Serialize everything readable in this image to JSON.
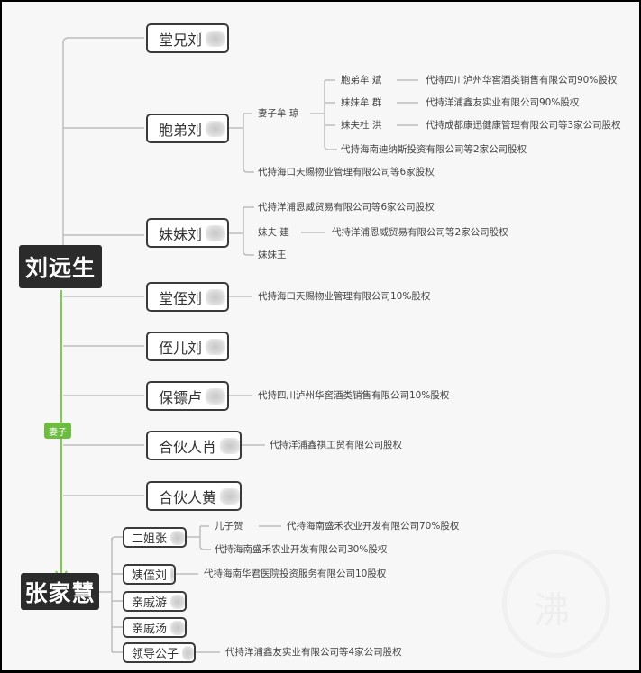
{
  "root_a": {
    "name": "刘远生"
  },
  "root_b": {
    "name": "张家慧"
  },
  "edge_label": "妻子",
  "branches_a": [
    {
      "label": "堂兄刘",
      "holdings": []
    },
    {
      "label": "胞弟刘",
      "holdings": [
        "代持海口天赐物业管理有限公司等6家股权"
      ],
      "spouse": {
        "label": "妻子牟 琼",
        "children": [
          {
            "label": "胞弟牟 斌",
            "holding": "代持四川泸州华窖酒类销售有限公司90%股权"
          },
          {
            "label": "妹妹牟 群",
            "holding": "代持洋浦鑫友实业有限公司90%股权"
          },
          {
            "label": "妹夫杜 洪",
            "holding": "代持成都康迅健康管理有限公司等3家公司股权"
          },
          {
            "label": "代持海南迪纳斯投资有限公司等2家公司股权",
            "holding": ""
          }
        ]
      }
    },
    {
      "label": "妹妹刘",
      "children": [
        {
          "label": "代持洋浦恩威贸易有限公司等6家公司股权",
          "holding": ""
        },
        {
          "label": "妹夫 建",
          "holding": "代持洋浦恩威贸易有限公司等2家公司股权"
        },
        {
          "label": "妹妹王",
          "holding": ""
        }
      ]
    },
    {
      "label": "堂侄刘",
      "holding": "代持海口天赐物业管理有限公司10%股权"
    },
    {
      "label": "侄儿刘",
      "holding": ""
    },
    {
      "label": "保镖卢",
      "holding": "代持四川泸州华窖酒类销售有限公司10%股权"
    },
    {
      "label": "合伙人肖",
      "holding": "代持洋浦鑫祺工贸有限公司股权"
    },
    {
      "label": "合伙人黄",
      "holding": ""
    }
  ],
  "branches_b": [
    {
      "label": "二姐张",
      "children": [
        {
          "label": "儿子贺",
          "holding": "代持海南盛禾农业开发有限公司70%股权"
        },
        {
          "label": "代持海南盛禾农业开发有限公司30%股权",
          "holding": ""
        }
      ]
    },
    {
      "label": "姨侄刘",
      "holding": "代持海南华君医院投资服务有限公司10股权"
    },
    {
      "label": "亲戚游",
      "holding": ""
    },
    {
      "label": "亲戚汤",
      "holding": ""
    },
    {
      "label": "领导公子",
      "holding": "代持洋浦鑫友实业有限公司等4家公司股权"
    }
  ],
  "watermark": "沸"
}
